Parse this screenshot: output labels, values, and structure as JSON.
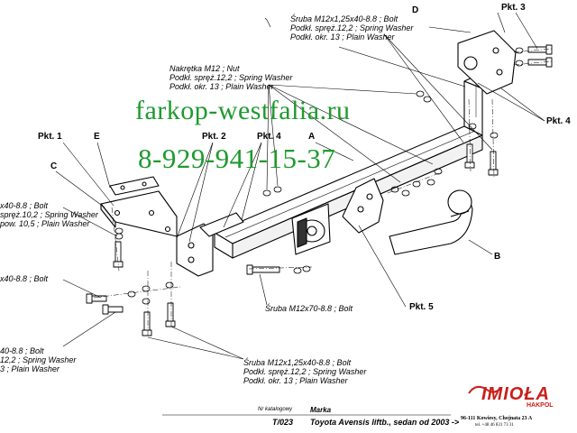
{
  "watermark": {
    "site": "farkop-westfalia.ru",
    "phone": "8-929-941-15-37",
    "color": "#1f9a2e"
  },
  "callouts": {
    "D": "D",
    "E": "E",
    "C": "C",
    "A": "A",
    "B": "B",
    "pkt1": "Pkt. 1",
    "pkt2": "Pkt. 2",
    "pkt3": "Pkt. 3",
    "pkt4_upper": "Pkt. 4",
    "pkt4_right": "Pkt. 4",
    "pkt5": "Pkt. 5"
  },
  "labels": {
    "top_right": [
      "Śruba M12x1,25x40-8.8 ; Bolt",
      "Podkł. spręż.12,2 ; Spring Washer",
      "Podkł. okr. 13 ; Plain Washer"
    ],
    "nut": [
      "Nakrętka  M12 ; Nut",
      "Podkł. spręż.12,2 ; Spring Washer",
      "Podkł. okr. 13 ; Plain Washer"
    ],
    "left_upper": [
      "x40-8.8 ;  Bolt",
      "spręż.10,2 ; Spring Washer",
      "pow. 10,5 ; Plain Washer"
    ],
    "left_mid": [
      "x40-8.8 ;  Bolt"
    ],
    "left_lower": [
      "40-8.8 ;  Bolt",
      "12,2 ; Spring Washer",
      "3 ; Plain Washer"
    ],
    "bolt_m12x70": "Śruba M12x70-8.8 ;  Bolt",
    "bottom": [
      "Śruba M12x1,25x40-8.8 ;  Bolt",
      "Podkł. spręż.12,2 ; Spring Washer",
      "Podkł. okr. 13 ; Plain Washer"
    ]
  },
  "footer": {
    "catalog_label": "Nr katalogowy",
    "brand_label": "Marka",
    "catalog_no": "T/023",
    "vehicle": "Toyota Avensis liftb., sedan  od 2003 ->",
    "logo": "IMIOŁA",
    "logo_sub": "HAKPOL",
    "address": "96-111 Kowiesy, Chojnata 23 A",
    "phone": "tel. +48 46 831 73 31",
    "logo_color": "#c8201b"
  }
}
